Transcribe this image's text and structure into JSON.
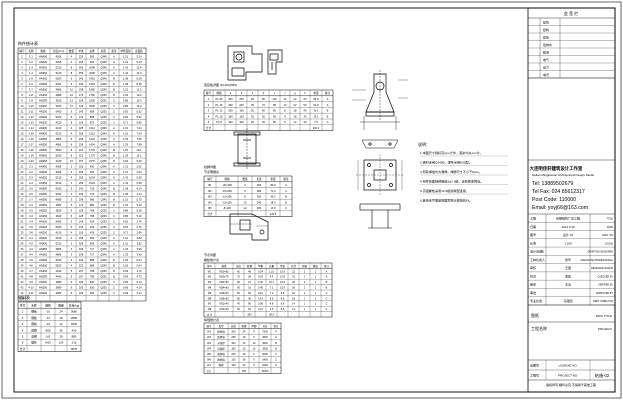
{
  "title_block": {
    "header": "会 签 栏",
    "sign_rows": [
      "建筑",
      "结构",
      "建筑",
      "给排水",
      "暖通",
      "电气",
      "动力",
      "电讯"
    ],
    "company_cn": "大连明佳轩建筑设计工作室",
    "company_en": "Dalian Mingjiaxuan Architectural Design Studio",
    "tel": "Tel: 13889502679",
    "tel_fax": "Tel Fax: 024 85612317",
    "post_code": "Post Code: 110000",
    "email": "Email: yoyj66@163.com",
    "info_rows": [
      {
        "cn": "工程",
        "val": "某钢结构厂房工程",
        "en": "TITLE"
      },
      {
        "cn": "日期",
        "val": "2014.4.30",
        "en": "DATE"
      },
      {
        "cn": "图号",
        "val": "设计-01",
        "en": "DWG. NO"
      },
      {
        "cn": "比例",
        "val": "1:100",
        "en": "SCALE"
      },
      {
        "cn": "设计(绘图)",
        "val": "",
        "en": "DRAFTING DESIGNER"
      },
      {
        "cn": "工种负责人",
        "val": "张华",
        "en": "ASSOCIATE PROFESSIONAL"
      },
      {
        "cn": "审核",
        "val": "王国",
        "en": "DESIGNED GROUP"
      },
      {
        "cn": "校对",
        "val": "李建",
        "en": "CHECKED BY"
      },
      {
        "cn": "审定",
        "val": "王五",
        "en": "VERIFIED BY"
      },
      {
        "cn": "审批",
        "val": "",
        "en": "APPROVED BY"
      },
      {
        "cn": "专业负责",
        "val": "马建国",
        "en": "DEPT. DIRECTOR"
      }
    ],
    "drawing_title_cn": "图纸",
    "drawing_title_en": "DWG TITLE",
    "project_cn": "工程名称",
    "project_en": "PROJECT",
    "bottom_rows": [
      {
        "label": "出图号",
        "val": "LICENSE NO.",
        "code": ""
      },
      {
        "label": "工程号",
        "val": "PROJECT NO.",
        "code": "结施-02"
      }
    ],
    "footer": "版权所有 翻印必究 不得用于其他工程"
  },
  "tables": {
    "main_title": "构件统计表",
    "main_header": [
      "编号",
      "名称",
      "规格",
      "长度(mm)",
      "数量",
      "单重",
      "总重",
      "材质",
      "备注",
      "单件面积",
      "总面积"
    ],
    "main_rows": [
      [
        "1",
        "1-1",
        "HN400",
        "4266",
        "4",
        "225",
        "900",
        "Q345",
        "A",
        "1.31",
        "5.24"
      ],
      [
        "2",
        "1-2",
        "HN400",
        "4266",
        "4",
        "225",
        "900",
        "Q345",
        "A",
        "1.31",
        "5.24"
      ],
      [
        "3",
        "1-3",
        "HN350",
        "5210",
        "8",
        "256",
        "2048",
        "Q345",
        "A",
        "1.42",
        "11.4"
      ],
      [
        "4",
        "1-4",
        "HN350",
        "5210",
        "8",
        "256",
        "2048",
        "Q345",
        "A",
        "1.42",
        "11.4"
      ],
      [
        "5",
        "1-5",
        "HN300",
        "6023",
        "6",
        "242",
        "1452",
        "Q345",
        "B",
        "1.38",
        "8.28"
      ],
      [
        "6",
        "1-6",
        "HN300",
        "6023",
        "6",
        "242",
        "1452",
        "Q345",
        "B",
        "1.38",
        "8.28"
      ],
      [
        "7",
        "1-7",
        "HN300",
        "4980",
        "10",
        "198",
        "1980",
        "Q345",
        "B",
        "1.15",
        "11.5"
      ],
      [
        "8",
        "1-8",
        "HN250",
        "4980",
        "10",
        "176",
        "1760",
        "Q235",
        "B",
        "1.02",
        "10.2"
      ],
      [
        "9",
        "1-9",
        "HN250",
        "3620",
        "12",
        "128",
        "1536",
        "Q235",
        "C",
        "0.86",
        "10.3"
      ],
      [
        "10",
        "1-10",
        "HN250",
        "3620",
        "12",
        "128",
        "1536",
        "Q235",
        "C",
        "0.86",
        "10.3"
      ],
      [
        "11",
        "1-11",
        "HN200",
        "5450",
        "6",
        "143",
        "858",
        "Q235",
        "C",
        "0.92",
        "5.52"
      ],
      [
        "12",
        "1-12",
        "HN200",
        "5450",
        "6",
        "143",
        "858",
        "Q235",
        "C",
        "0.92",
        "5.52"
      ],
      [
        "13",
        "1-13",
        "HN200",
        "4120",
        "8",
        "109",
        "872",
        "Q235",
        "C",
        "0.71",
        "5.68"
      ],
      [
        "14",
        "1-14",
        "HN400",
        "6210",
        "4",
        "328",
        "1312",
        "Q345",
        "A",
        "1.91",
        "7.64"
      ],
      [
        "15",
        "1-15",
        "HN400",
        "6210",
        "4",
        "328",
        "1312",
        "Q345",
        "A",
        "1.91",
        "7.64"
      ],
      [
        "16",
        "1-16",
        "HN350",
        "4866",
        "6",
        "239",
        "1434",
        "Q345",
        "A",
        "1.33",
        "7.98"
      ],
      [
        "17",
        "1-17",
        "HN350",
        "4866",
        "6",
        "239",
        "1434",
        "Q345",
        "A",
        "1.33",
        "7.98"
      ],
      [
        "18",
        "1-18",
        "HN300",
        "5530",
        "8",
        "222",
        "1776",
        "Q345",
        "B",
        "1.26",
        "10.1"
      ],
      [
        "19",
        "1-19",
        "HN300",
        "5530",
        "8",
        "222",
        "1776",
        "Q345",
        "B",
        "1.26",
        "10.1"
      ],
      [
        "20",
        "1-20",
        "HN250",
        "4440",
        "10",
        "157",
        "1570",
        "Q235",
        "B",
        "0.94",
        "9.40"
      ],
      [
        "21",
        "2-1",
        "HN400",
        "4266",
        "2",
        "225",
        "450",
        "Q345",
        "A",
        "1.31",
        "2.62"
      ],
      [
        "22",
        "2-2",
        "HN400",
        "4266",
        "2",
        "225",
        "450",
        "Q345",
        "A",
        "1.31",
        "2.62"
      ],
      [
        "23",
        "2-3",
        "HN350",
        "5210",
        "4",
        "256",
        "1024",
        "Q345",
        "A",
        "1.42",
        "5.68"
      ],
      [
        "24",
        "2-4",
        "HN350",
        "5210",
        "4",
        "256",
        "1024",
        "Q345",
        "A",
        "1.42",
        "5.68"
      ],
      [
        "25",
        "2-5",
        "HN300",
        "6023",
        "3",
        "242",
        "726",
        "Q345",
        "B",
        "1.38",
        "4.14"
      ],
      [
        "26",
        "2-6",
        "HN300",
        "6023",
        "3",
        "242",
        "726",
        "Q345",
        "B",
        "1.38",
        "4.14"
      ],
      [
        "27",
        "2-7",
        "HN300",
        "4980",
        "5",
        "198",
        "990",
        "Q345",
        "B",
        "1.15",
        "5.75"
      ],
      [
        "28",
        "3-1",
        "HN250",
        "4980",
        "5",
        "176",
        "880",
        "Q235",
        "B",
        "1.02",
        "5.10"
      ],
      [
        "29",
        "3-2",
        "HN250",
        "3620",
        "6",
        "128",
        "768",
        "Q235",
        "C",
        "0.86",
        "5.16"
      ],
      [
        "30",
        "3-3",
        "HN250",
        "3620",
        "6",
        "128",
        "768",
        "Q235",
        "C",
        "0.86",
        "5.16"
      ],
      [
        "31",
        "3-4",
        "HN200",
        "5450",
        "3",
        "143",
        "429",
        "Q235",
        "C",
        "0.92",
        "2.76"
      ],
      [
        "32",
        "3-5",
        "HN200",
        "5450",
        "3",
        "143",
        "429",
        "Q235",
        "C",
        "0.92",
        "2.76"
      ],
      [
        "33",
        "3-6",
        "HN200",
        "4120",
        "4",
        "109",
        "436",
        "Q235",
        "C",
        "0.71",
        "2.84"
      ],
      [
        "34",
        "4-1",
        "HN400",
        "6210",
        "2",
        "328",
        "656",
        "Q345",
        "A",
        "1.91",
        "3.82"
      ],
      [
        "35",
        "4-2",
        "HN400",
        "6210",
        "2",
        "328",
        "656",
        "Q345",
        "A",
        "1.91",
        "3.82"
      ],
      [
        "36",
        "4-3",
        "HN350",
        "4866",
        "3",
        "239",
        "717",
        "Q345",
        "A",
        "1.33",
        "3.99"
      ],
      [
        "37",
        "4-4",
        "HN350",
        "4866",
        "3",
        "239",
        "717",
        "Q345",
        "A",
        "1.33",
        "3.99"
      ],
      [
        "38",
        "4-5",
        "HN300",
        "5530",
        "4",
        "222",
        "888",
        "Q345",
        "B",
        "1.26",
        "5.04"
      ],
      [
        "39",
        "4-6",
        "HN300",
        "5530",
        "4",
        "222",
        "888",
        "Q345",
        "B",
        "1.26",
        "5.04"
      ],
      [
        "40",
        "4-7",
        "HN250",
        "4440",
        "5",
        "157",
        "785",
        "Q235",
        "B",
        "0.94",
        "4.70"
      ],
      [
        "41",
        "4-8",
        "HN250",
        "4440",
        "5",
        "157",
        "785",
        "Q235",
        "B",
        "0.94",
        "4.70"
      ],
      [
        "42",
        "4-9",
        "HN200",
        "3980",
        "6",
        "105",
        "630",
        "Q235",
        "C",
        "0.69",
        "4.14"
      ],
      [
        "43",
        "4-10",
        "HN200",
        "3980",
        "6",
        "105",
        "630",
        "Q235",
        "C",
        "0.69",
        "4.14"
      ],
      [
        "44",
        "4-11",
        "HN200",
        "3980",
        "6",
        "105",
        "630",
        "Q235",
        "C",
        "0.69",
        "4.14"
      ]
    ],
    "main_total": [
      "合计",
      "",
      "",
      "",
      "",
      "",
      "",
      "",
      "",
      "",
      ""
    ],
    "small_title": "材料表",
    "small_header": [
      "序号",
      "名称",
      "规格",
      "数量",
      "总重(kg)"
    ],
    "small_rows": [
      [
        "1",
        "钢板",
        "-10",
        "24",
        "3660"
      ],
      [
        "2",
        "钢板",
        "-12",
        "18",
        "2890"
      ],
      [
        "3",
        "钢板",
        "-16",
        "12",
        "1820"
      ],
      [
        "4",
        "圆钢",
        "Φ20",
        "36",
        "410"
      ],
      [
        "5",
        "角钢",
        "L63",
        "28",
        "880"
      ],
      [
        "6",
        "螺栓",
        "M20",
        "120",
        "215"
      ]
    ],
    "small_total": [
      "合计",
      "",
      "",
      "",
      "9875"
    ]
  },
  "details": {
    "label_a": "连接板详图 (PL20/Q345)",
    "label_b": "柱脚详图",
    "label_c": "节点详图",
    "notes_title": "说明：",
    "notes": [
      "1.本图尺寸除标高以m计外，其余均以mm计。",
      "2.钢材采用Q345B，焊条采用E50型。",
      "3.所有焊缝均为满焊，焊脚尺寸不小于6mm。",
      "4.构件表面除锈等级Sa2.5级，涂防锈漆两道。",
      "5.高强螺栓采用10.9级摩擦型连接。",
      "6.其他未尽事宜按国家现行规范执行。"
    ],
    "table_b_title": "节点明细表",
    "table_b_header": [
      "编号",
      "规格",
      "数量",
      "长度",
      "重量",
      "备注"
    ],
    "table_b_rows": [
      [
        "B1",
        "-20×300",
        "4",
        "450",
        "84.8",
        "A"
      ],
      [
        "B2",
        "-16×250",
        "6",
        "380",
        "71.6",
        "A"
      ],
      [
        "B3",
        "-12×200",
        "8",
        "300",
        "45.2",
        "B"
      ],
      [
        "B4",
        "-10×150",
        "10",
        "240",
        "28.3",
        "B"
      ],
      [
        "B5",
        "-8×120",
        "12",
        "180",
        "13.6",
        "C"
      ]
    ],
    "table_b_total": [
      "合计",
      "",
      "",
      "",
      "243.5",
      ""
    ],
    "table_c_title": "螺栓统计表",
    "table_c_header": [
      "编号",
      "规格",
      "长度",
      "数量",
      "单重",
      "总重",
      "等级",
      "孔径",
      "垫圈",
      "螺母",
      "备注"
    ],
    "table_c_rows": [
      [
        "M1",
        "M20×60",
        "60",
        "48",
        "0.24",
        "11.5",
        "10.9",
        "22",
        "2",
        "1",
        "A"
      ],
      [
        "M2",
        "M20×70",
        "70",
        "36",
        "0.26",
        "9.4",
        "10.9",
        "22",
        "2",
        "1",
        "A"
      ],
      [
        "M3",
        "M24×80",
        "80",
        "24",
        "0.42",
        "10.1",
        "10.9",
        "26",
        "2",
        "1",
        "B"
      ],
      [
        "M4",
        "M24×90",
        "90",
        "16",
        "0.45",
        "7.2",
        "10.9",
        "26",
        "2",
        "1",
        "B"
      ],
      [
        "M5",
        "M16×50",
        "50",
        "60",
        "0.12",
        "7.2",
        "8.8",
        "18",
        "1",
        "1",
        "C"
      ],
      [
        "M6",
        "M16×60",
        "60",
        "40",
        "0.14",
        "5.6",
        "8.8",
        "18",
        "1",
        "1",
        "C"
      ],
      [
        "M7",
        "M12×40",
        "40",
        "80",
        "0.06",
        "4.8",
        "8.8",
        "14",
        "1",
        "1",
        "C"
      ],
      [
        "M8",
        "M12×50",
        "50",
        "50",
        "0.07",
        "3.5",
        "8.8",
        "14",
        "1",
        "1",
        "C"
      ]
    ],
    "table_c_total": [
      "合计",
      "",
      "",
      "354",
      "",
      "59.3",
      "",
      "",
      "",
      "",
      ""
    ],
    "table_d_title": "焊缝统计表",
    "table_d_header": [
      "编号",
      "类型",
      "长度",
      "数量",
      "焊脚",
      "总长",
      "备注"
    ],
    "table_d_rows": [
      [
        "W1",
        "角焊缝",
        "300",
        "24",
        "8",
        "7200",
        "A"
      ],
      [
        "W2",
        "角焊缝",
        "250",
        "18",
        "8",
        "4500",
        "A"
      ],
      [
        "W3",
        "对接焊",
        "400",
        "12",
        "10",
        "4800",
        "B"
      ],
      [
        "W4",
        "对接焊",
        "350",
        "10",
        "10",
        "3500",
        "B"
      ],
      [
        "W5",
        "角焊缝",
        "200",
        "30",
        "6",
        "6000",
        "C"
      ],
      [
        "W6",
        "角焊缝",
        "150",
        "36",
        "6",
        "5400",
        "C"
      ],
      [
        "W7",
        "塞焊",
        "100",
        "20",
        "6",
        "2000",
        "C"
      ]
    ],
    "table_d_total": [
      "合计",
      "",
      "",
      "150",
      "",
      "33400",
      ""
    ],
    "table_top_header": [
      "编号",
      "规格",
      "a",
      "b",
      "c",
      "d",
      "e",
      "f",
      "g",
      "h",
      "重量",
      "备注"
    ],
    "table_top_rows": [
      [
        "1",
        "PL-20",
        "300",
        "250",
        "40",
        "80",
        "110",
        "12",
        "22",
        "60",
        "84.8",
        "A"
      ],
      [
        "2",
        "PL-16",
        "250",
        "200",
        "35",
        "70",
        "95",
        "10",
        "22",
        "50",
        "62.8",
        "A"
      ],
      [
        "3",
        "PL-12",
        "200",
        "160",
        "30",
        "60",
        "80",
        "8",
        "18",
        "40",
        "30.1",
        "B"
      ],
      [
        "4",
        "PL-10",
        "160",
        "120",
        "25",
        "50",
        "65",
        "8",
        "18",
        "35",
        "15.1",
        "B"
      ],
      [
        "5",
        "PL-8",
        "120",
        "100",
        "20",
        "40",
        "50",
        "6",
        "14",
        "30",
        "7.5",
        "C"
      ]
    ],
    "table_top_total": [
      "合计",
      "",
      "",
      "",
      "",
      "",
      "",
      "",
      "",
      "",
      "200.3",
      ""
    ]
  }
}
